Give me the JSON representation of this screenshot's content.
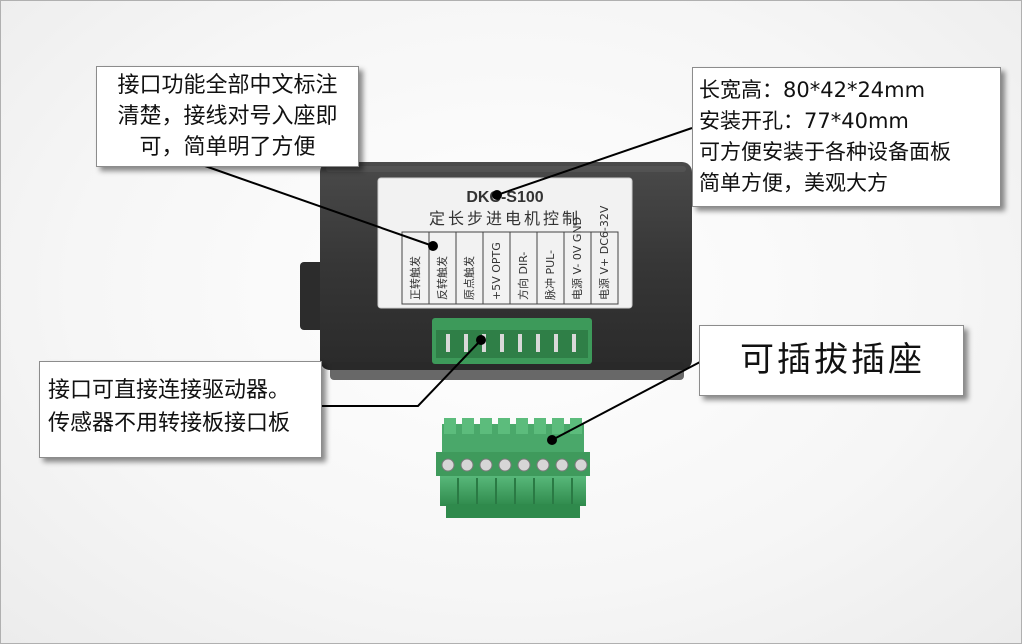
{
  "callouts": {
    "interface_labels": {
      "lines": [
        "接口功能全部中文标注",
        "清楚，接线对号入座即",
        "可，简单明了方便"
      ]
    },
    "dimensions": {
      "lines": [
        "长宽高：80*42*24mm",
        "安装开孔：77*40mm",
        "可方便安装于各种设备面板",
        "简单方便，美观大方"
      ]
    },
    "driver_connection": {
      "lines": [
        "接口可直接连接驱动器。",
        "传感器不用转接板接口板"
      ]
    },
    "pluggable_socket": {
      "text": "可插拔插座"
    }
  },
  "device_label": {
    "model": "DKC-S100",
    "subtitle": "定长步进电机控制",
    "terminals": [
      "正转触发",
      "反转触发",
      "原点触发",
      "+5V OPTG",
      "方向 DIR-",
      "脉冲 PUL-",
      "电源 V- 0V GND",
      "电源 V+ DC6-32V"
    ]
  },
  "colors": {
    "housing": "#3a3a3a",
    "connector": "#3f9a5c",
    "label": "#f2f2f2"
  }
}
